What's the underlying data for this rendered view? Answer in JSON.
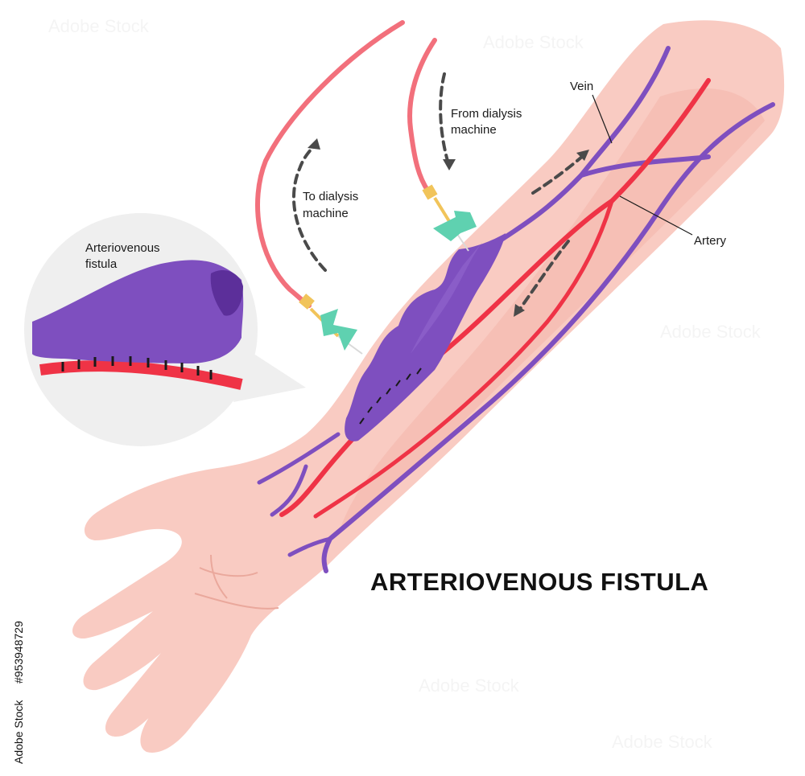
{
  "title": "ARTERIOVENOUS FISTULA",
  "labels": {
    "vein": "Vein",
    "artery": "Artery",
    "to_machine_line1": "To dialysis",
    "to_machine_line2": "machine",
    "from_machine_line1": "From dialysis",
    "from_machine_line2": "machine",
    "inset_line1": "Arteriovenous",
    "inset_line2": "fistula"
  },
  "watermark": {
    "side_text": "#953948729",
    "side_brand": "Adobe Stock",
    "tile_text": "Adobe Stock"
  },
  "colors": {
    "skin": "#f9cbc2",
    "skin_shade": "#f3b3a8",
    "vein": "#7e4fbf",
    "vein_dark": "#5c2f9a",
    "artery": "#ef3346",
    "tube": "#f2707c",
    "needle": "#f1c45a",
    "wing": "#5fd1b0",
    "inset_bg": "#efefef",
    "arrow": "#4a4a4a"
  },
  "icons": [
    "forearm-illustration",
    "vein-vessel",
    "artery-vessel",
    "dialysis-needle",
    "flow-arrow",
    "magnifier-inset"
  ]
}
